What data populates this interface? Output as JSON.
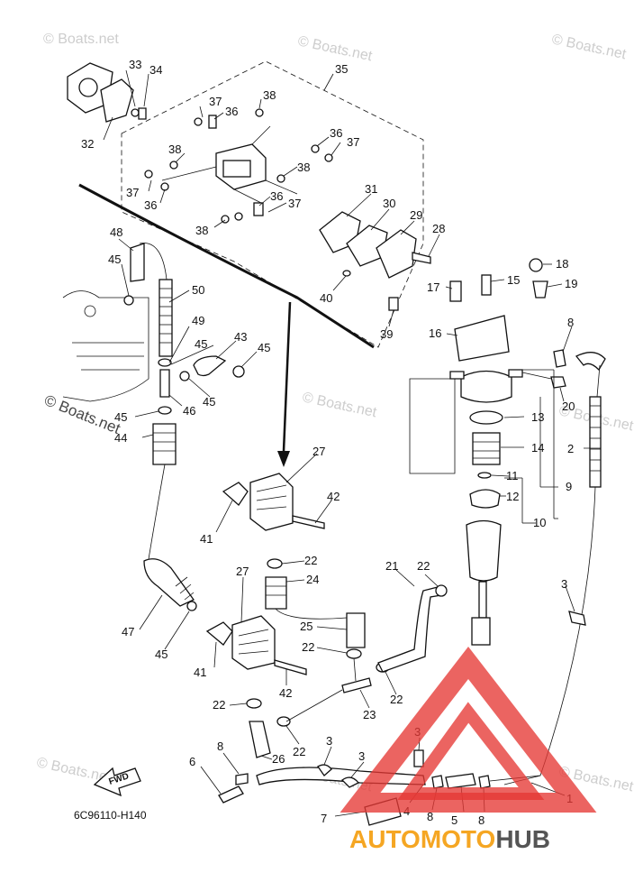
{
  "diagram": {
    "part_code": "6C96110-H140",
    "fwd_label": "FWD",
    "watermark": "© Boats.net",
    "callouts": [
      {
        "id": "c1",
        "text": "1"
      },
      {
        "id": "c2",
        "text": "2"
      },
      {
        "id": "c3a",
        "text": "3"
      },
      {
        "id": "c3b",
        "text": "3"
      },
      {
        "id": "c3c",
        "text": "3"
      },
      {
        "id": "c3d",
        "text": "3"
      },
      {
        "id": "c4",
        "text": "4"
      },
      {
        "id": "c5",
        "text": "5"
      },
      {
        "id": "c6",
        "text": "6"
      },
      {
        "id": "c7",
        "text": "7"
      },
      {
        "id": "c8a",
        "text": "8"
      },
      {
        "id": "c8b",
        "text": "8"
      },
      {
        "id": "c8c",
        "text": "8"
      },
      {
        "id": "c8d",
        "text": "8"
      },
      {
        "id": "c9",
        "text": "9"
      },
      {
        "id": "c10",
        "text": "10"
      },
      {
        "id": "c11",
        "text": "11"
      },
      {
        "id": "c12",
        "text": "12"
      },
      {
        "id": "c13",
        "text": "13"
      },
      {
        "id": "c14",
        "text": "14"
      },
      {
        "id": "c15",
        "text": "15"
      },
      {
        "id": "c16",
        "text": "16"
      },
      {
        "id": "c17",
        "text": "17"
      },
      {
        "id": "c18",
        "text": "18"
      },
      {
        "id": "c19",
        "text": "19"
      },
      {
        "id": "c20",
        "text": "20"
      },
      {
        "id": "c21",
        "text": "21"
      },
      {
        "id": "c22a",
        "text": "22"
      },
      {
        "id": "c22b",
        "text": "22"
      },
      {
        "id": "c22c",
        "text": "22"
      },
      {
        "id": "c22d",
        "text": "22"
      },
      {
        "id": "c22e",
        "text": "22"
      },
      {
        "id": "c22f",
        "text": "22"
      },
      {
        "id": "c23",
        "text": "23"
      },
      {
        "id": "c24",
        "text": "24"
      },
      {
        "id": "c25",
        "text": "25"
      },
      {
        "id": "c26",
        "text": "26"
      },
      {
        "id": "c27a",
        "text": "27"
      },
      {
        "id": "c27b",
        "text": "27"
      },
      {
        "id": "c28",
        "text": "28"
      },
      {
        "id": "c29",
        "text": "29"
      },
      {
        "id": "c30",
        "text": "30"
      },
      {
        "id": "c31",
        "text": "31"
      },
      {
        "id": "c32",
        "text": "32"
      },
      {
        "id": "c33",
        "text": "33"
      },
      {
        "id": "c34",
        "text": "34"
      },
      {
        "id": "c35",
        "text": "35"
      },
      {
        "id": "c36a",
        "text": "36"
      },
      {
        "id": "c36b",
        "text": "36"
      },
      {
        "id": "c36c",
        "text": "36"
      },
      {
        "id": "c36d",
        "text": "36"
      },
      {
        "id": "c37a",
        "text": "37"
      },
      {
        "id": "c37b",
        "text": "37"
      },
      {
        "id": "c37c",
        "text": "37"
      },
      {
        "id": "c37d",
        "text": "37"
      },
      {
        "id": "c38a",
        "text": "38"
      },
      {
        "id": "c38b",
        "text": "38"
      },
      {
        "id": "c38c",
        "text": "38"
      },
      {
        "id": "c38d",
        "text": "38"
      },
      {
        "id": "c39",
        "text": "39"
      },
      {
        "id": "c40",
        "text": "40"
      },
      {
        "id": "c41a",
        "text": "41"
      },
      {
        "id": "c41b",
        "text": "41"
      },
      {
        "id": "c42a",
        "text": "42"
      },
      {
        "id": "c42b",
        "text": "42"
      },
      {
        "id": "c43",
        "text": "43"
      },
      {
        "id": "c44",
        "text": "44"
      },
      {
        "id": "c45a",
        "text": "45"
      },
      {
        "id": "c45b",
        "text": "45"
      },
      {
        "id": "c45c",
        "text": "45"
      },
      {
        "id": "c45d",
        "text": "45"
      },
      {
        "id": "c45e",
        "text": "45"
      },
      {
        "id": "c45f",
        "text": "45"
      },
      {
        "id": "c46",
        "text": "46"
      },
      {
        "id": "c47",
        "text": "47"
      },
      {
        "id": "c48",
        "text": "48"
      },
      {
        "id": "c49",
        "text": "49"
      },
      {
        "id": "c50",
        "text": "50"
      }
    ]
  },
  "logo": {
    "part1": "AUTO",
    "part2": "MOTO",
    "part3": "HUB",
    "color_orange": "#f5a623",
    "color_red": "#e53935",
    "color_dark": "#555555"
  }
}
